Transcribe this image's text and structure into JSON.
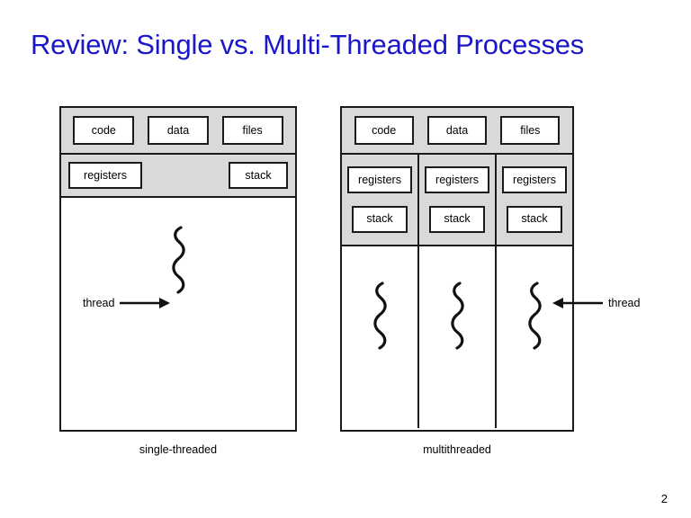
{
  "slide": {
    "title": "Review: Single vs. Multi-Threaded Processes",
    "title_color": "#1a17c9",
    "page_number": "2",
    "background": "#ffffff"
  },
  "palette": {
    "gray_band": "#d9d9d9",
    "stroke": "#1a1a1a",
    "cell_fill": "#ffffff"
  },
  "single_threaded": {
    "caption": "single-threaded",
    "resources": [
      {
        "label": "code"
      },
      {
        "label": "data"
      },
      {
        "label": "files"
      }
    ],
    "per_thread": [
      {
        "label": "registers"
      },
      {
        "label": "stack"
      }
    ],
    "thread_annotation": {
      "label": "thread",
      "arrow_direction": "right"
    }
  },
  "multithreaded": {
    "caption": "multithreaded",
    "resources": [
      {
        "label": "code"
      },
      {
        "label": "data"
      },
      {
        "label": "files"
      }
    ],
    "threads": [
      {
        "registers": "registers",
        "stack": "stack"
      },
      {
        "registers": "registers",
        "stack": "stack"
      },
      {
        "registers": "registers",
        "stack": "stack"
      }
    ],
    "thread_annotation": {
      "label": "thread",
      "arrow_direction": "left"
    }
  }
}
